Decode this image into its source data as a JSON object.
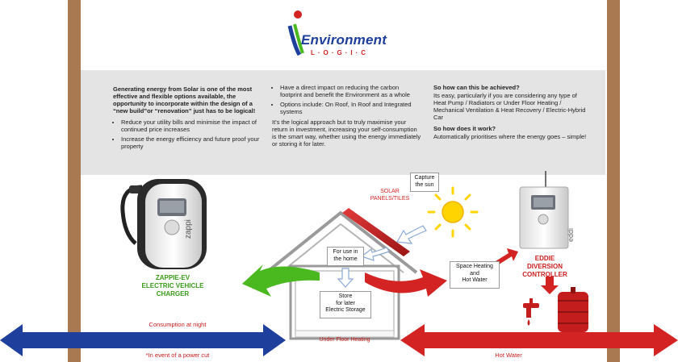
{
  "logo": {
    "word": "Environment",
    "tagline": "L·O·G·I·C"
  },
  "info": {
    "col1_intro": "Generating energy from Solar is one of the most effective and flexible options available, the opportunity to incorporate within the design of a “new build”or “renovation” just has to be logical!",
    "col1_bullets": [
      "Reduce your utility bills and minimise the impact of continued price increases",
      "Increase the energy efficiency and future proof your property"
    ],
    "col2_bullets": [
      "Have a direct impact on reducing the carbon footprint and benefit the Environment as a whole",
      "Options include: On Roof, In Roof and Integrated systems"
    ],
    "col2_text": "It’s the logical approach but to truly maximise your return in investment, increasing your self-consumption is the smart way, whether using the energy immediately or storing it for later.",
    "col3_h1": "So how can this be achieved?",
    "col3_p1": "Its easy, particularly if you are considering any type of Heat Pump / Radiators or Under Floor Heating / Mechanical Ventilation & Heat Recovery / Electric-Hybrid Car",
    "col3_h2": "So how does it work?",
    "col3_p2": "Automatically prioritises where the energy goes – simple!"
  },
  "charger": {
    "device_text": "zappi",
    "label_line1": "ZAPPIE-EV",
    "label_line2": "ELECTRIC VEHICLE",
    "label_line3": "CHARGER"
  },
  "house": {
    "solar_label_line1": "SOLAR",
    "solar_label_line2": "PANELS/TILES",
    "capture_line1": "Capture",
    "capture_line2": "the sun",
    "use_line1": "For use in",
    "use_line2": "the home",
    "store_line1": "Store",
    "store_line2": "for later",
    "store_line3": "Electric Storage",
    "floor_label": "Under Floor Heating"
  },
  "controller": {
    "device_text": "eddi",
    "label_line1": "EDDIE",
    "label_line2": "DIVERSION",
    "label_line3": "CONTROLLER"
  },
  "space_heating": {
    "line1": "Space Heating",
    "line2": "and",
    "line3": "Hot Water"
  },
  "bottom": {
    "consumption_label": "Consumption at night",
    "power_cut_label": "*In event of a power cut",
    "hot_water_label": "Hot Water"
  },
  "colors": {
    "post": "#a97a52",
    "blue": "#1f3f9c",
    "red": "#d42323",
    "green": "#4ab81f"
  }
}
